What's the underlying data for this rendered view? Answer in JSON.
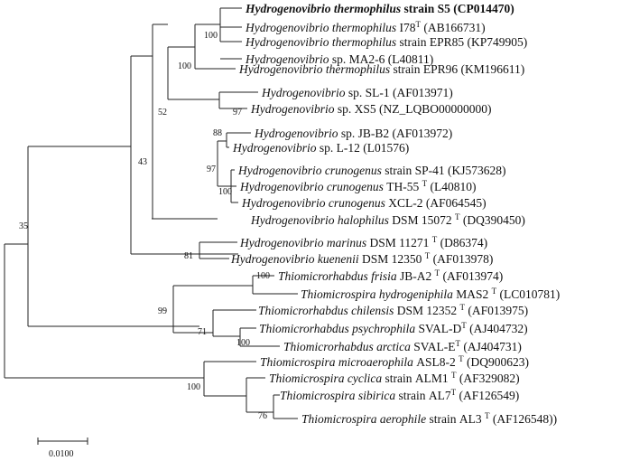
{
  "tree": {
    "leaves": [
      {
        "id": "L1",
        "species": "Hydrogenovibrio thermophilus",
        "rest": " strain S5 (CP014470)",
        "bold": true
      },
      {
        "id": "L2",
        "species": "Hydrogenovibrio thermophilus",
        "rest": " I78",
        "sup": "T",
        "rest2": " (AB166731)"
      },
      {
        "id": "L3",
        "species": "Hydrogenovibrio thermophilus",
        "rest": " strain EPR85 (KP749905)"
      },
      {
        "id": "L4",
        "species": "Hydrogenovibrio",
        "rest": " sp. MA2-6 (L40811)"
      },
      {
        "id": "L5",
        "species": "Hydrogenovibrio thermophilus",
        "rest": " strain EPR96 (KM196611)"
      },
      {
        "id": "L6",
        "species": "Hydrogenovibrio",
        "rest": " sp. SL-1 (AF013971)"
      },
      {
        "id": "L7",
        "species": "Hydrogenovibrio",
        "rest": " sp. XS5 (NZ_LQBO00000000)"
      },
      {
        "id": "L8",
        "species": "Hydrogenovibrio",
        "rest": " sp. JB-B2 (AF013972)"
      },
      {
        "id": "L9",
        "species": "Hydrogenovibrio",
        "rest": " sp. L-12 (L01576)"
      },
      {
        "id": "L10",
        "species": "Hydrogenovibrio crunogenus",
        "rest": " strain SP-41 (KJ573628)"
      },
      {
        "id": "L11",
        "species": "Hydrogenovibrio crunogenus",
        "rest": " TH-55 ",
        "sup": "T",
        "rest2": " (L40810)"
      },
      {
        "id": "L12",
        "species": "Hydrogenovibrio crunogenus",
        "rest": " XCL-2 (AF064545)"
      },
      {
        "id": "L13",
        "species": "Hydrogenovibrio halophilus",
        "rest": " DSM 15072 ",
        "sup": "T",
        "rest2": " (DQ390450)"
      },
      {
        "id": "L14",
        "species": "Hydrogenovibrio marinus",
        "rest": " DSM 11271 ",
        "sup": "T",
        "rest2": " (D86374)"
      },
      {
        "id": "L15",
        "species": "Hydrogenovibrio kuenenii",
        "rest": " DSM 12350 ",
        "sup": "T",
        "rest2": " (AF013978)"
      },
      {
        "id": "L16",
        "species": "Thiomicrorhabdus frisia",
        "rest": " JB-A2 ",
        "sup": "T",
        "rest2": " (AF013974)"
      },
      {
        "id": "L17",
        "species": "Thiomicrospira hydrogeniphila",
        "rest": " MAS2 ",
        "sup": "T",
        "rest2": " (LC010781)"
      },
      {
        "id": "L18",
        "species": "Thiomicrorhabdus chilensis",
        "rest": " DSM 12352 ",
        "sup": "T",
        "rest2": " (AF013975)"
      },
      {
        "id": "L19",
        "species": "Thiomicrorhabdus psychrophila",
        "rest": " SVAL-D",
        "sup": "T",
        "rest2": " (AJ404732)"
      },
      {
        "id": "L20",
        "species": "Thiomicrorhabdus arctica",
        "rest": " SVAL-E",
        "sup": "T",
        "rest2": " (AJ404731)"
      },
      {
        "id": "L21",
        "species": "Thiomicrospira microaerophila",
        "rest": " ASL8-2 ",
        "sup": "T",
        "rest2": " (DQ900623)"
      },
      {
        "id": "L22",
        "species": "Thiomicrospira cyclica",
        "rest": " strain ALM1 ",
        "sup": "T",
        "rest2": " (AF329082)"
      },
      {
        "id": "L23",
        "species": "Thiomicrospira sibirica",
        "rest": " strain AL7",
        "sup": "T",
        "rest2": " (AF126549)"
      },
      {
        "id": "L24",
        "species": "Thiomicrospira aerophile",
        "rest": " strain AL3 ",
        "sup": "T",
        "rest2": " (AF126548))"
      }
    ],
    "bootstrap": [
      "100",
      "100",
      "97",
      "52",
      "88",
      "97",
      "100",
      "43",
      "35",
      "81",
      "100",
      "99",
      "71",
      "100",
      "100",
      "76"
    ],
    "scale_label": "0.0100"
  }
}
